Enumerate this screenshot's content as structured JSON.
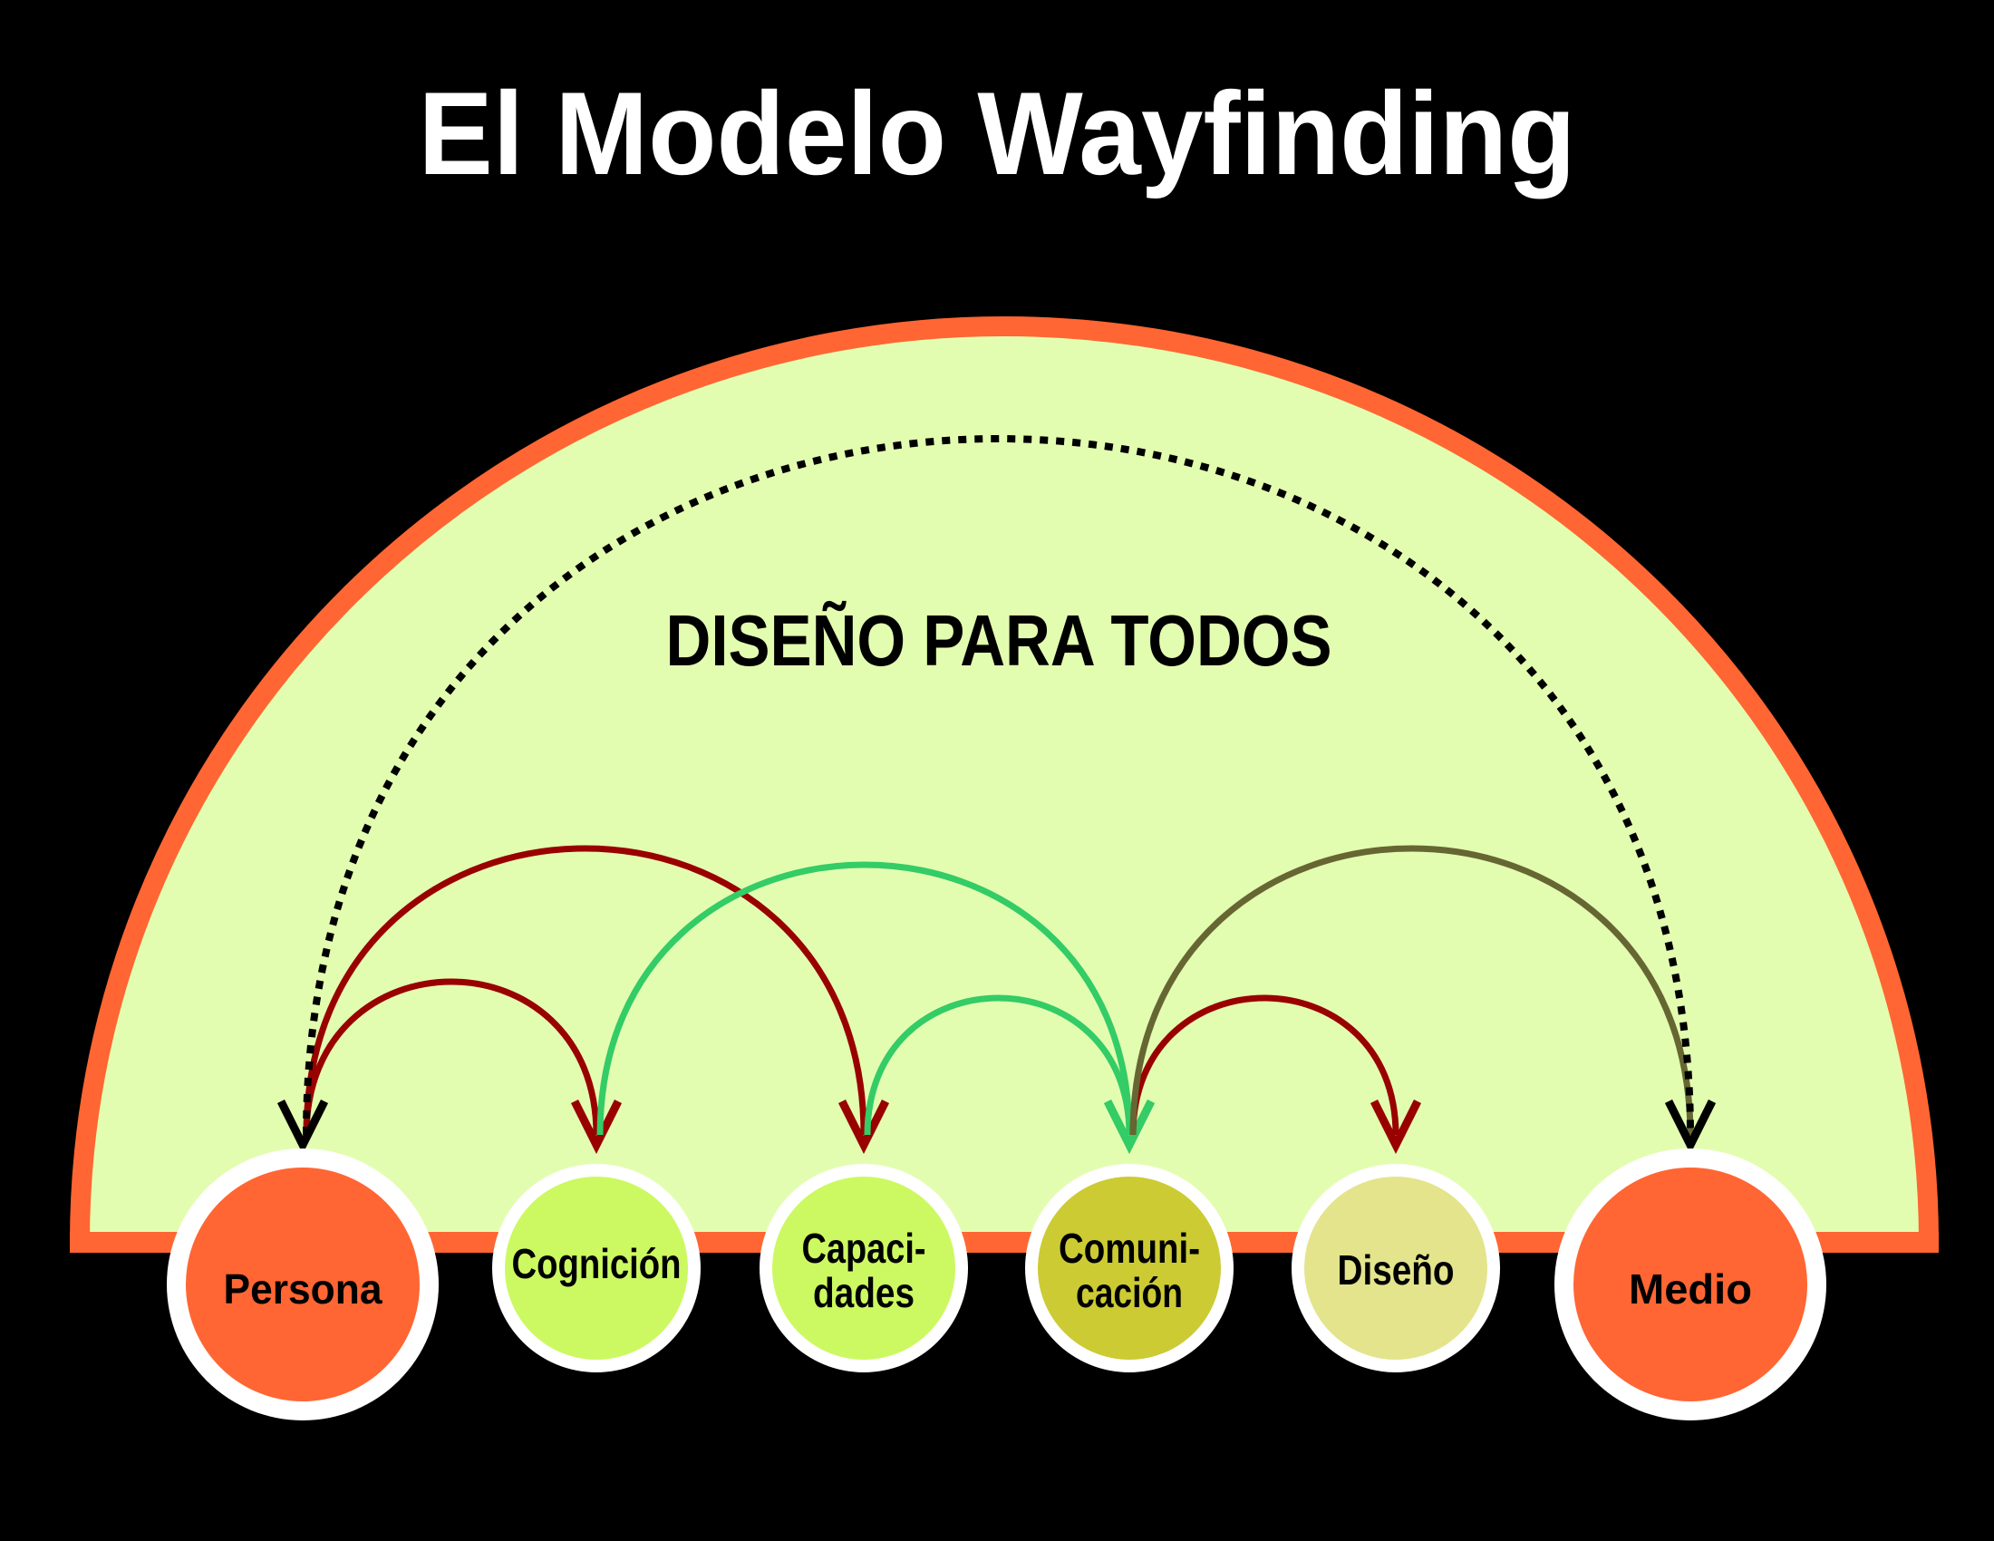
{
  "title": "El Modelo Wayfinding",
  "subtitle": "DISEÑO PARA TODOS",
  "colors": {
    "background": "#000000",
    "dome_fill": "#E3FDB0",
    "dome_border": "#FF6633",
    "red": "#990000",
    "green": "#33CC66",
    "olive": "#666633"
  },
  "nodes": [
    {
      "id": "persona",
      "lines": [
        "Persona"
      ],
      "fill": "#FF6633"
    },
    {
      "id": "cognicion",
      "lines": [
        "Cognición"
      ],
      "fill": "#CCF961"
    },
    {
      "id": "capacidades",
      "lines": [
        "Capaci-",
        "dades"
      ],
      "fill": "#CCF961"
    },
    {
      "id": "comunicacion",
      "lines": [
        "Comuni-",
        "cación"
      ],
      "fill": "#CCCB33"
    },
    {
      "id": "diseno",
      "lines": [
        "Diseño"
      ],
      "fill": "#E3E48C"
    },
    {
      "id": "medio",
      "lines": [
        "Medio"
      ],
      "fill": "#FF6633"
    }
  ],
  "connections": [
    {
      "from": "persona",
      "to": "capacidades",
      "color": "#990000",
      "style": "solid"
    },
    {
      "from": "persona",
      "to": "cognicion",
      "color": "#990000",
      "style": "solid"
    },
    {
      "from": "cognicion",
      "to": "comunicacion",
      "color": "#33CC66",
      "style": "solid"
    },
    {
      "from": "capacidades",
      "to": "comunicacion",
      "color": "#33CC66",
      "style": "solid"
    },
    {
      "from": "comunicacion",
      "to": "diseno",
      "color": "#990000",
      "style": "solid"
    },
    {
      "from": "comunicacion",
      "to": "medio",
      "color": "#666633",
      "style": "solid"
    },
    {
      "from": "persona",
      "to": "medio",
      "color": "#000000",
      "style": "dotted",
      "bidirectional": true
    }
  ]
}
